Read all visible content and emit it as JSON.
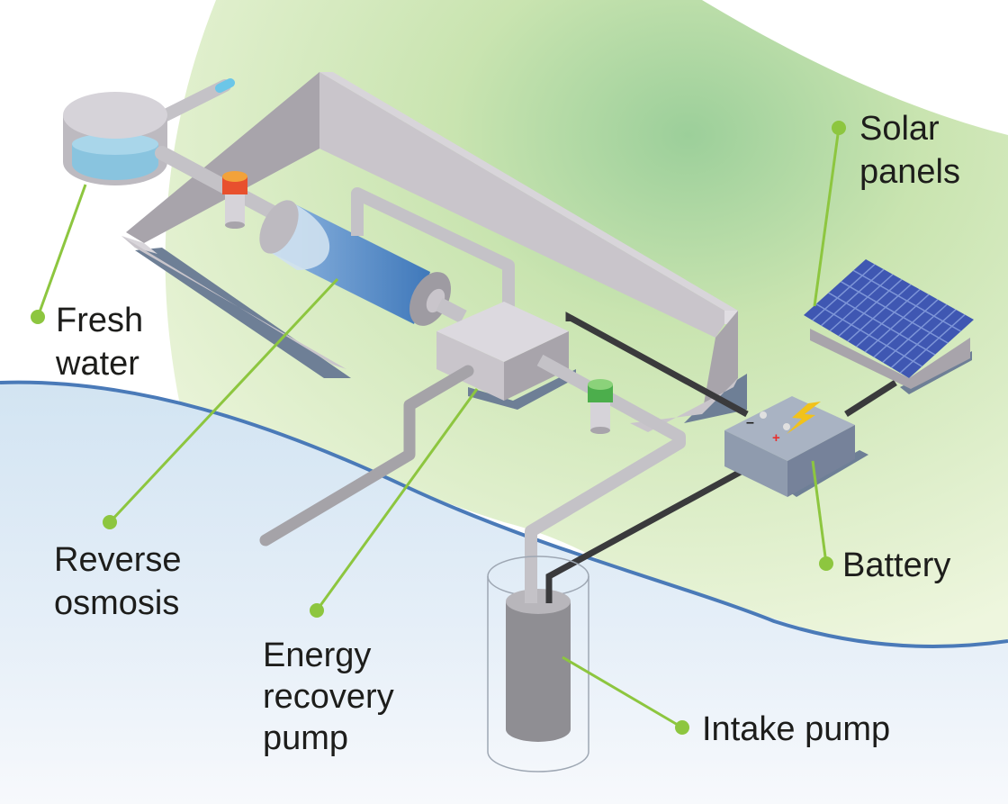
{
  "labels": {
    "fresh_water": [
      "Fresh",
      "water"
    ],
    "reverse_osmosis": [
      "Reverse",
      "osmosis"
    ],
    "energy_recovery_pump": [
      "Energy",
      "recovery",
      "pump"
    ],
    "intake_pump": [
      "Intake pump"
    ],
    "battery": [
      "Battery"
    ],
    "solar_panels": [
      "Solar",
      "panels"
    ]
  },
  "battery_marks": {
    "minus": "–",
    "plus": "+"
  },
  "colors": {
    "leader": "#8dc63f",
    "shoreline": "#4a7ab8",
    "frame": "#c9c5cb",
    "frame_side": "#a8a4ab",
    "frame_shadow": "#6e7f96",
    "pipe": "#c4c2c7",
    "dark_pipe": "#a5a3a8",
    "cable": "#3a3a3c",
    "membrane": "#5a8fc8",
    "fresh_water": "#89c4df",
    "battery": "#8f9bae",
    "solar": "#3f57b2",
    "valve_red": "#e8502e",
    "valve_orange": "#f2a23a",
    "valve_green": "#4cae4c",
    "bolt": "#f2c21a"
  }
}
